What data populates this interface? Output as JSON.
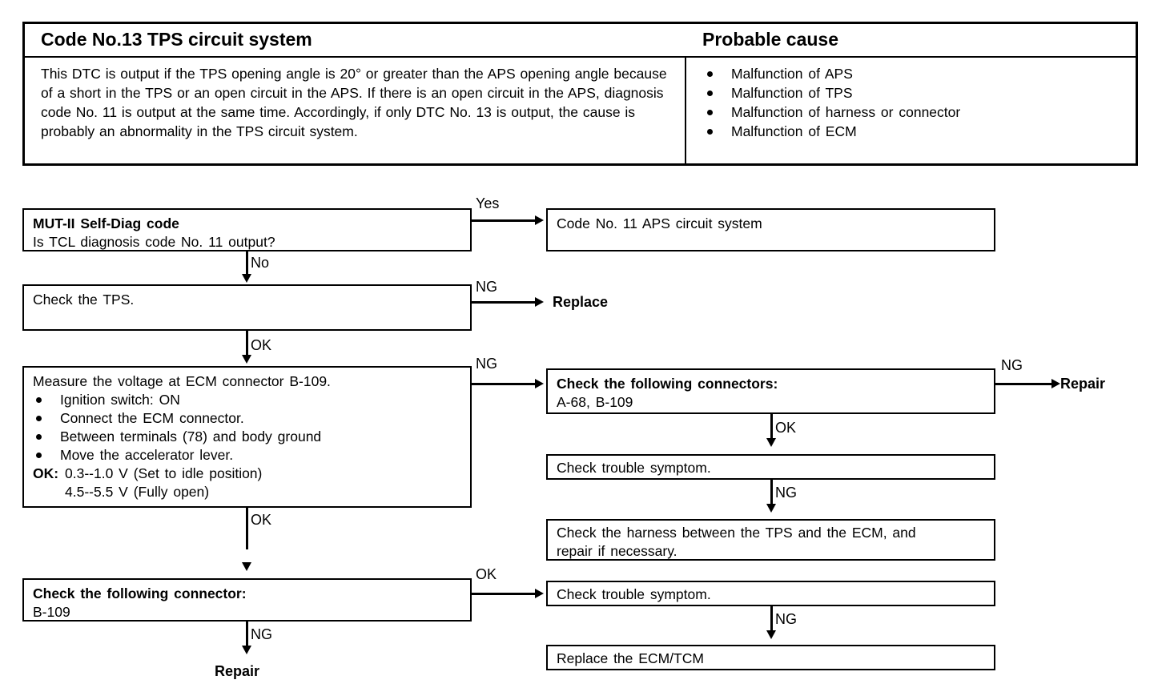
{
  "header": {
    "title_left": "Code No.13 TPS circuit system",
    "title_right": "Probable cause",
    "description": "This DTC is output if the TPS opening angle is 20° or greater than the APS opening angle because of a short in the TPS or an open circuit in the APS. If there is an open circuit in the APS, diagnosis code No. 11 is output at the same time. Accordingly, if only DTC No. 13 is output, the cause is probably an abnormality in the TPS circuit system.",
    "causes": [
      "Malfunction of APS",
      "Malfunction of TPS",
      "Malfunction of harness or connector",
      "Malfunction of ECM"
    ]
  },
  "flow": {
    "box1": {
      "line1": "MUT-II Self-Diag code",
      "line2": "Is TCL diagnosis code No. 11 output?"
    },
    "box2": {
      "line1": "Check the TPS."
    },
    "box3": {
      "title": "Measure the voltage at ECM connector B-109.",
      "bullets": [
        "Ignition switch: ON",
        "Connect the ECM connector.",
        "Between terminals (78) and body ground",
        "Move the accelerator lever."
      ],
      "ok_label": "OK:",
      "ok_value1": "0.3--1.0 V (Set to idle position)",
      "ok_value2": "4.5--5.5 V (Fully open)"
    },
    "box4": {
      "line1": "Check the following connector:",
      "line2": "B-109"
    },
    "box_r1": {
      "line1": "Code No. 11 APS circuit system"
    },
    "box_r2": {
      "line1": "Check the following connectors:",
      "line2": "A-68, B-109"
    },
    "box_r3": {
      "line1": "Check trouble symptom."
    },
    "box_r4": {
      "line1": "Check the harness between the TPS and the ECM, and",
      "line2": "repair if necessary."
    },
    "box_r5": {
      "line1": "Check trouble symptom."
    },
    "box_r6": {
      "line1": "Replace the ECM/TCM"
    },
    "labels": {
      "yes": "Yes",
      "no": "No",
      "ng1": "NG",
      "ok1": "OK",
      "ng2": "NG",
      "ok2": "OK",
      "ng3": "NG",
      "ok3": "OK",
      "ng4": "NG",
      "ng5": "NG",
      "ng6": "NG"
    },
    "terminals": {
      "replace": "Replace",
      "repair_right": "Repair",
      "repair_bottom": "Repair"
    }
  }
}
